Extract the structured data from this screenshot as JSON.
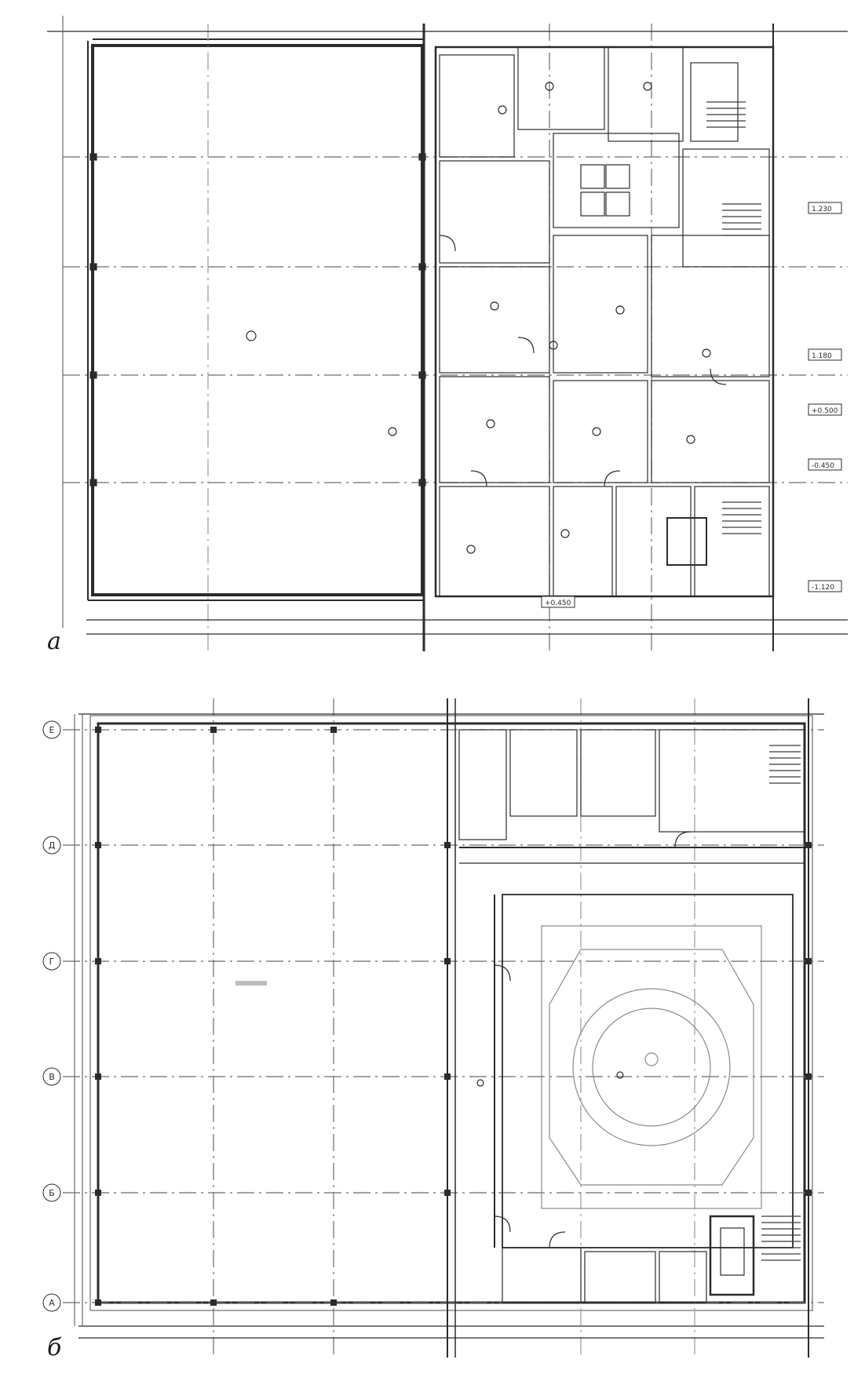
{
  "panels": [
    {
      "id": "a",
      "caption": "а"
    },
    {
      "id": "b",
      "caption": "б"
    }
  ],
  "plan_a": {
    "tags": [
      "1.230",
      "1.180",
      "+0.500",
      "-0.450",
      "-1.120",
      "+0.450"
    ]
  },
  "plan_b": {
    "axis_labels": [
      "Е",
      "Д",
      "Г",
      "В",
      "Б",
      "А"
    ]
  },
  "colors": {
    "line": "#2b2b2b",
    "faint": "#8a8a8a",
    "bg": "#ffffff"
  }
}
